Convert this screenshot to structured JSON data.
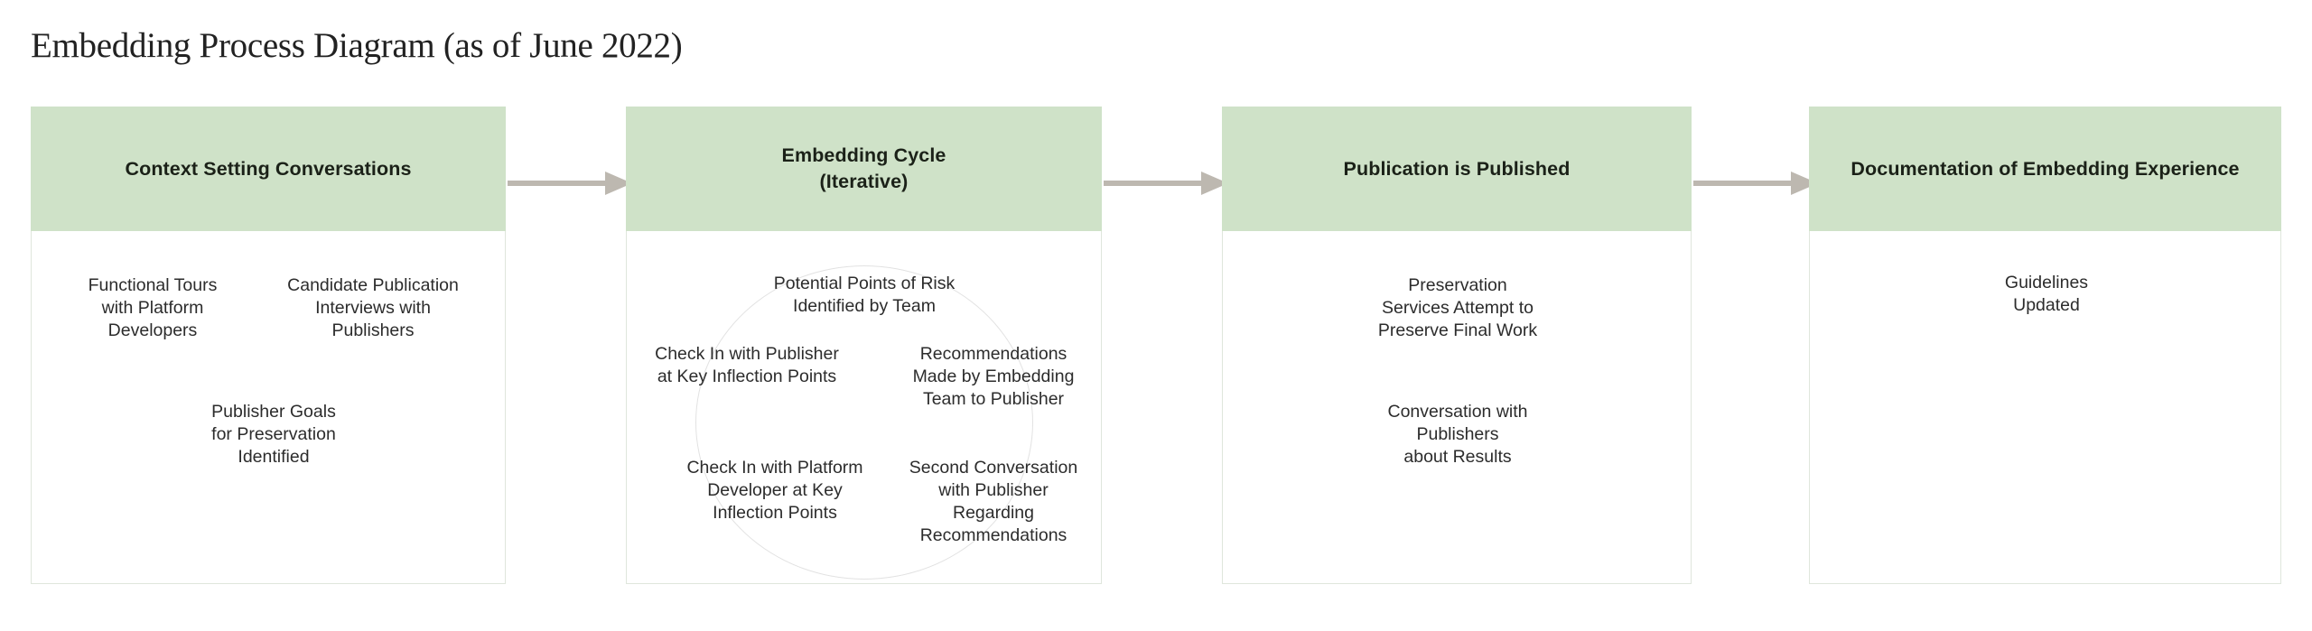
{
  "title": "Embedding Process Diagram (as of June 2022)",
  "colors": {
    "header_green": "#cfe2c8",
    "box_border": "#dfe6dc",
    "arrow_gray": "#bdb8b0",
    "circle_stroke": "#e2e2e2",
    "text_dark": "#2c2c2c",
    "title_text": "#222222",
    "background": "#ffffff"
  },
  "diagram": {
    "type": "process-flow",
    "orientation": "left-to-right",
    "stage_count": 4,
    "connector": "arrow",
    "stages": [
      {
        "id": "context-setting-conversations",
        "header": [
          "Context Setting Conversations"
        ],
        "layout": "free",
        "items": [
          {
            "text": "Functional Tours\nwith Platform\nDevelopers"
          },
          {
            "text": "Candidate Publication\nInterviews with\nPublishers"
          },
          {
            "text": "Publisher Goals\nfor Preservation\nIdentified"
          }
        ]
      },
      {
        "id": "embedding-cycle",
        "header": [
          "Embedding Cycle",
          "(Iterative)"
        ],
        "layout": "cycle",
        "items": [
          {
            "text": "Potential Points of Risk\nIdentified by Team"
          },
          {
            "text": "Recommendations\nMade by Embedding\nTeam to Publisher"
          },
          {
            "text": "Second Conversation\nwith Publisher\nRegarding\nRecommendations"
          },
          {
            "text": "Check In with Platform\nDeveloper at Key\nInflection Points"
          },
          {
            "text": "Check In with Publisher\nat Key Inflection Points"
          }
        ]
      },
      {
        "id": "publication-is-published",
        "header": [
          "Publication is Published"
        ],
        "layout": "free",
        "items": [
          {
            "text": "Preservation\nServices Attempt to\nPreserve Final Work"
          },
          {
            "text": "Conversation with\nPublishers\nabout Results"
          }
        ]
      },
      {
        "id": "documentation-of-embedding-experience",
        "header": [
          "Documentation of Embedding Experience"
        ],
        "layout": "free",
        "items": [
          {
            "text": "Guidelines\nUpdated"
          }
        ]
      }
    ]
  }
}
